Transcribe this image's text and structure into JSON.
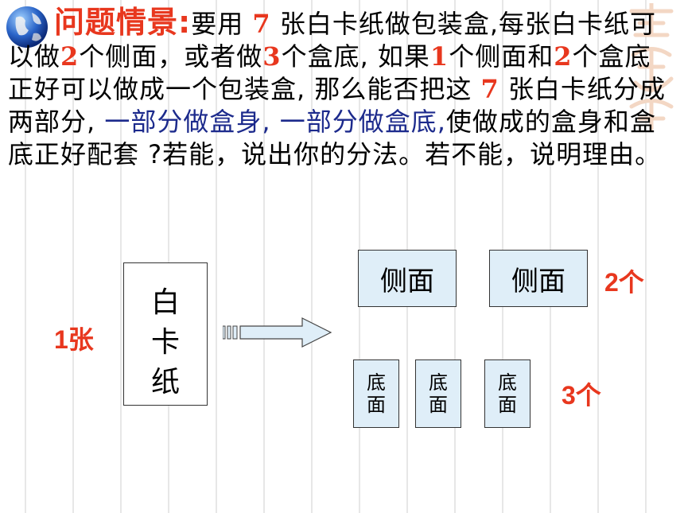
{
  "problem": {
    "title": "问题情景:",
    "seg1": "要用 ",
    "n1": "7",
    "seg2": " 张白卡纸做包装盒,每张白卡纸可以做",
    "n2": "2",
    "seg3": "个侧面，或者做",
    "n3": "3",
    "seg4": "个盒底, 如果",
    "n4": "1",
    "seg5": "个侧面和",
    "n5": "2",
    "seg6": "个盒底正好可以做成一个包装盒, 那么能否把这 ",
    "n6": "7",
    "seg7": " 张白卡纸分成两部分, ",
    "blue": "一部分做盒身, 一部分做盒底,",
    "seg8": "使做成的盒身和盒底正好配套 ?若能，说出你的分法。若不能，说明理由。"
  },
  "diagram": {
    "card_label": "1张",
    "card_chars": [
      "白",
      "卡",
      "纸"
    ],
    "side_label": "侧面",
    "side_count": "2个",
    "base_chars": [
      "底",
      "面"
    ],
    "base_count": "3个"
  },
  "colors": {
    "accent": "#e8371e",
    "blue": "#1c2a8c",
    "box_fill": "#dfeef8"
  },
  "icons": [
    "globe-icon",
    "arrow-icon"
  ]
}
